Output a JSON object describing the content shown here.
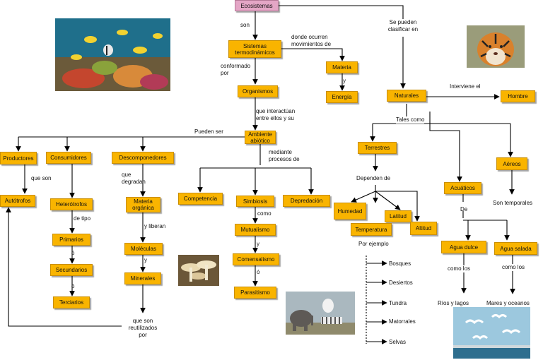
{
  "nodes": {
    "ecosistemas": "Ecosistemas",
    "sistemas": "Sistemas termodinámicos",
    "materia": "Materia",
    "energia": "Energía",
    "organismos": "Organismos",
    "ambiente": "Ambiente abiótico",
    "naturales": "Naturales",
    "hombre": "Hombre",
    "productores": "Productores",
    "consumidores": "Consumidores",
    "descomponedores": "Descomponedores",
    "autotrofos": "Autótrofos",
    "heterotrofos": "Heterótrofos",
    "primarios": "Primarios",
    "secundarios": "Secundarios",
    "terciarios": "Terciarios",
    "materia_organica": "Materia orgánica",
    "moleculas": "Moléculas",
    "minerales": "Minerales",
    "competencia": "Competencia",
    "simbiosis": "Simbiosis",
    "depredacion": "Depredación",
    "mutualismo": "Mutualismo",
    "comensalismo": "Comensalismo",
    "parasitismo": "Parasitismo",
    "terrestres": "Terrestres",
    "acuaticos": "Acuáticos",
    "aereos": "Aéreos",
    "humedad": "Humedad",
    "latitud": "Latitud",
    "altitud": "Altitud",
    "temperatura": "Temperatura",
    "agua_dulce": "Agua dulce",
    "agua_salada": "Agua salada"
  },
  "labels": {
    "son": "son",
    "donde_ocurren": "donde ocurren movimientos de",
    "se_pueden": "Se pueden clasificar en",
    "conformado": "conformado por",
    "y": "y",
    "interviene": "Interviene el",
    "que_interactuan": "que interactúan entre ellos y su",
    "pueden_ser": "Pueden ser",
    "tales_como": "Tales como",
    "mediante": "mediante procesos de",
    "que_son": "que son",
    "que_degradan": "que degradan",
    "de_tipo": "de tipo",
    "o1": "ó",
    "o2": "ó",
    "y_liberan": "y liberan",
    "y2": "y",
    "como": "como",
    "y3": "y",
    "o3": "ó",
    "dependen": "Dependen de",
    "de": "De",
    "son_temporales": "Son temporales",
    "por_ejemplo": "Por ejemplo",
    "bosques": "Bosques",
    "desiertos": "Desiertos",
    "tundra": "Tundra",
    "matorrales": "Matorrales",
    "selvas": "Selvas",
    "como_los1": "como los",
    "como_los2": "como los",
    "rios": "Ríos y lagos",
    "mares": "Mares y oceanos",
    "reutilizados": "que son reutilizados por"
  }
}
